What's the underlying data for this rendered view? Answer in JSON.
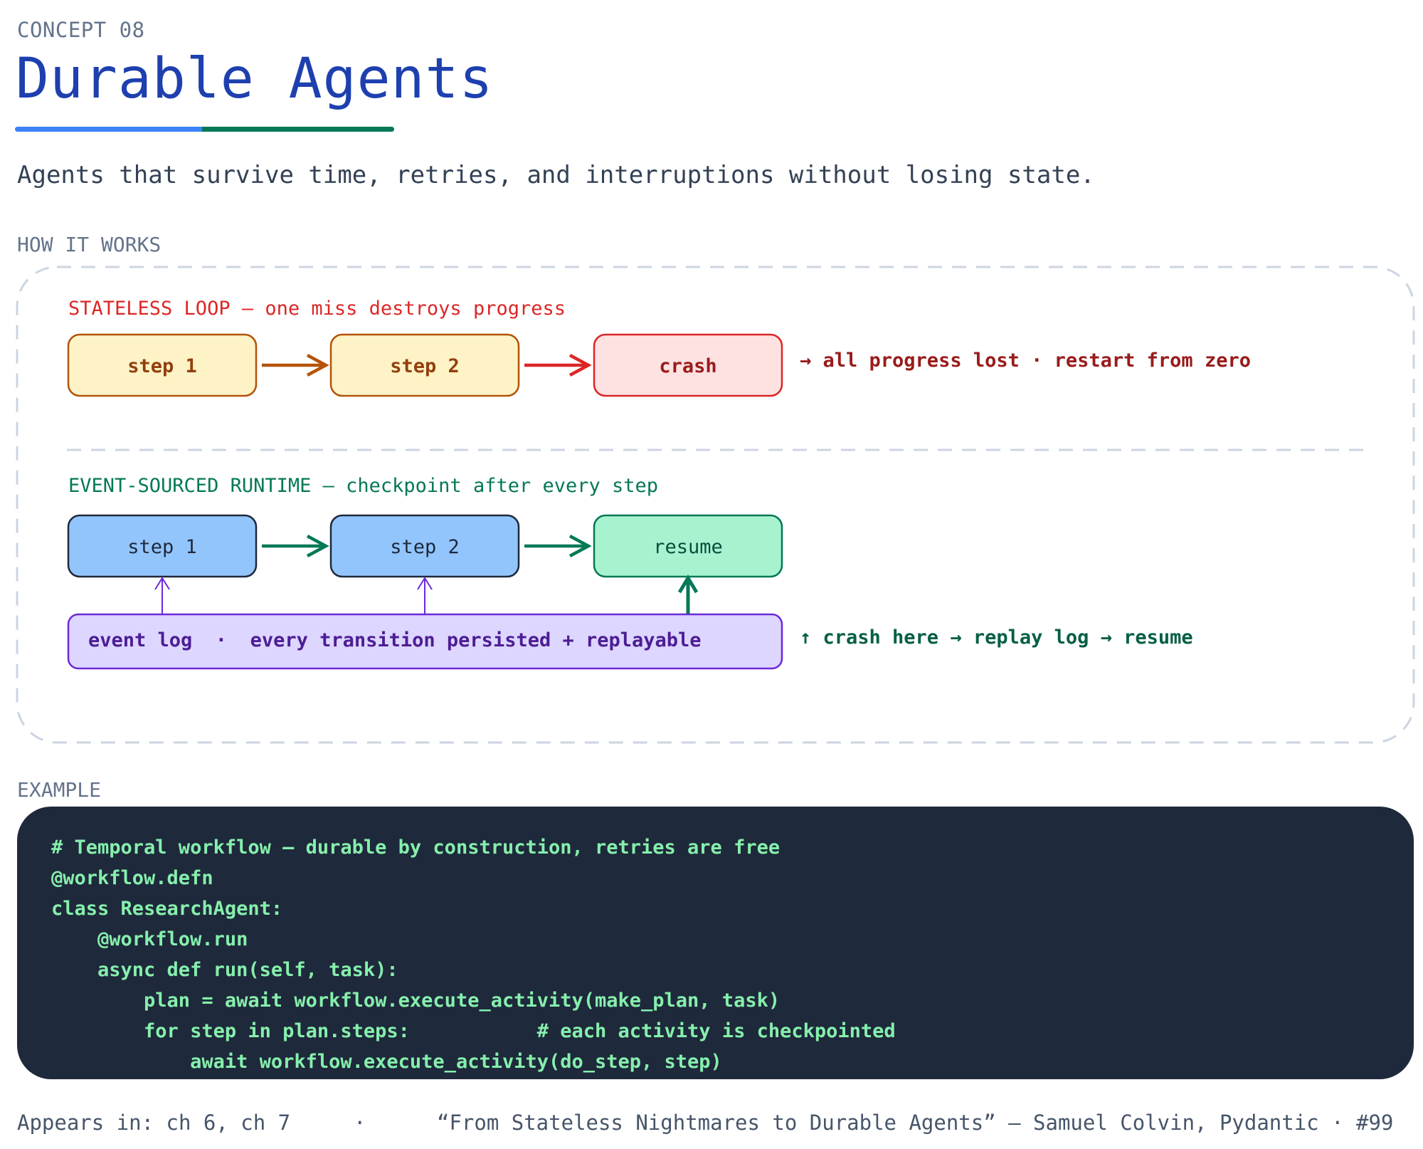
{
  "header": {
    "eyebrow": "CONCEPT 08",
    "title": "Durable Agents",
    "subtitle": "Agents that survive time, retries, and interruptions without losing state."
  },
  "how_it_works": {
    "label": "HOW IT WORKS",
    "stateless": {
      "heading": "STATELESS LOOP — one miss destroys progress",
      "steps": [
        "step 1",
        "step 2",
        "crash"
      ],
      "note": "→ all progress lost · restart from zero"
    },
    "event_sourced": {
      "heading": "EVENT-SOURCED RUNTIME — checkpoint after every step",
      "steps": [
        "step 1",
        "step 2",
        "resume"
      ],
      "log": "event log  ·  every transition persisted + replayable",
      "note": "↑ crash here → replay log → resume"
    }
  },
  "example": {
    "label": "EXAMPLE",
    "code_lines": [
      "# Temporal workflow — durable by construction, retries are free",
      "@workflow.defn",
      "class ResearchAgent:",
      "    @workflow.run",
      "    async def run(self, task):",
      "        plan = await workflow.execute_activity(make_plan, task)",
      "        for step in plan.steps:           # each activity is checkpointed",
      "            await workflow.execute_activity(do_step, step)"
    ]
  },
  "footer": {
    "appears_in": "Appears in: ch 6, ch 7",
    "separator": "·",
    "source": "“From Stateless Nightmares to Durable Agents” — Samuel Colvin, Pydantic · #99"
  },
  "colors": {
    "title": "#1e40af",
    "stateless_box_fill": "#fef3c7",
    "stateless_box_stroke": "#b45309",
    "crash_fill": "#fee2e2",
    "crash_stroke": "#dc2626",
    "step_blue_fill": "#93c5fd",
    "resume_fill": "#a7f3d0",
    "resume_stroke": "#047857",
    "log_fill": "#ddd6fe",
    "log_stroke": "#6d28d9",
    "code_bg": "#1e293b",
    "code_text": "#86efac"
  }
}
